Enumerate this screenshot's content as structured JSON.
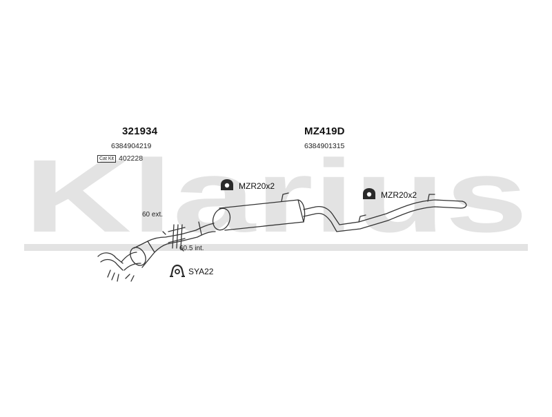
{
  "watermark": {
    "text": "Klarius",
    "color": "#e3e3e3"
  },
  "parts": {
    "front": {
      "code": "321934",
      "oem": "6384904219",
      "cat_kit_label": "Cat Kit",
      "cat_kit_value": "402228"
    },
    "rear": {
      "code": "MZ419D",
      "oem": "6384901315"
    }
  },
  "fittings": {
    "mount_1": {
      "icon": "rubber-mount-icon",
      "label": "MZR20x2"
    },
    "mount_2": {
      "icon": "rubber-mount-icon",
      "label": "MZR20x2"
    },
    "clamp": {
      "icon": "clamp-icon",
      "label": "SYA22"
    }
  },
  "dimensions": {
    "ext": "60 ext.",
    "int": "60.5 int."
  },
  "colors": {
    "pipe_stroke": "#333333",
    "icon_fill": "#2a2a2a"
  }
}
